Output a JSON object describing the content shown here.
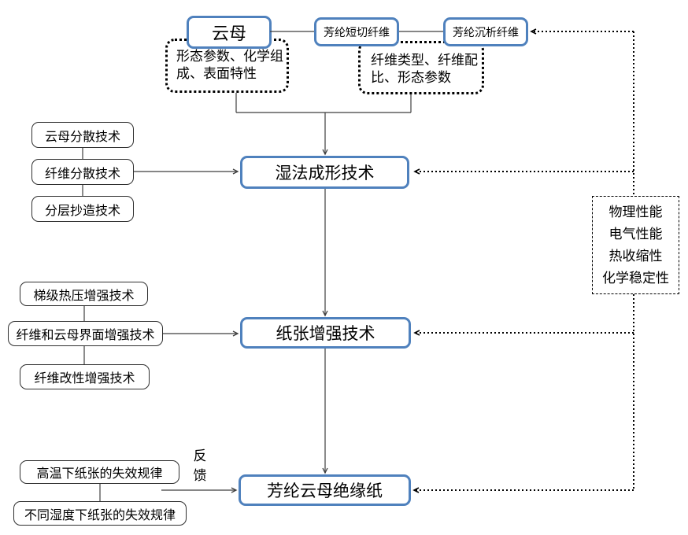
{
  "colors": {
    "accent_blue": "#4f81bd",
    "line_dark": "#3f3f3f",
    "dotted_line": "#000000"
  },
  "nodes": {
    "mica": "云母",
    "aramid_chopped_fiber": "芳纶短切纤维",
    "aramid_precipitated_fiber": "芳纶沉析纤维",
    "mica_properties_note": "形态参数、化学组成、表面特性",
    "fiber_properties_note": "纤维类型、纤维配比、形态参数",
    "wet_forming": "湿法成形技术",
    "paper_reinforcement": "纸张增强技术",
    "aramid_mica_paper": "芳纶云母绝缘纸",
    "dispersion_techniques": [
      "云母分散技术",
      "纤维分散技术",
      "分层抄造技术"
    ],
    "reinforcement_techniques": [
      "梯级热压增强技术",
      "纤维和云母界面增强技术",
      "纤维改性增强技术"
    ],
    "failure_studies": [
      "高温下纸张的失效规律",
      "不同湿度下纸张的失效规律"
    ],
    "performance_indicators": [
      "物理性能",
      "电气性能",
      "热收缩性",
      "化学稳定性"
    ],
    "feedback": "反馈"
  }
}
